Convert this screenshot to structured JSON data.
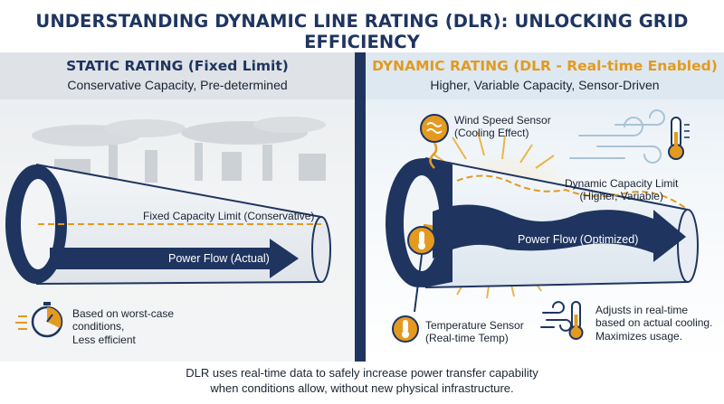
{
  "title": "UNDERSTANDING DYNAMIC LINE RATING (DLR): UNLOCKING GRID EFFICIENCY",
  "static": {
    "title": "STATIC RATING (Fixed Limit)",
    "subtitle": "Conservative Capacity, Pre-determined",
    "limit_label": "Fixed Capacity Limit (Conservative)",
    "flow_label": "Power Flow (Actual)",
    "note": [
      "Based on worst-case",
      "conditions,",
      "Less efficient"
    ]
  },
  "dynamic": {
    "title": "DYNAMIC RATING (DLR - Real-time Enabled)",
    "subtitle": "Higher, Variable Capacity, Sensor-Driven",
    "wind_sensor": [
      "Wind Speed Sensor",
      "(Cooling Effect)"
    ],
    "limit_label": [
      "Dynamic Capacity Limit",
      "(Higher, Variable)"
    ],
    "flow_label": "Power Flow (Optimized)",
    "temp_sensor": [
      "Temperature Sensor",
      "(Real-time Temp)"
    ],
    "note": [
      "Adjusts in real-time",
      "based on actual cooling.",
      "Maximizes usage."
    ]
  },
  "footer": [
    "DLR uses real-time data to safely increase power transfer capability",
    "when conditions allow, without new physical infrastructure."
  ],
  "colors": {
    "navy": "#1f3560",
    "orange": "#e39a1f",
    "static_title": "#1f3560",
    "dynamic_title": "#e39a1f"
  }
}
